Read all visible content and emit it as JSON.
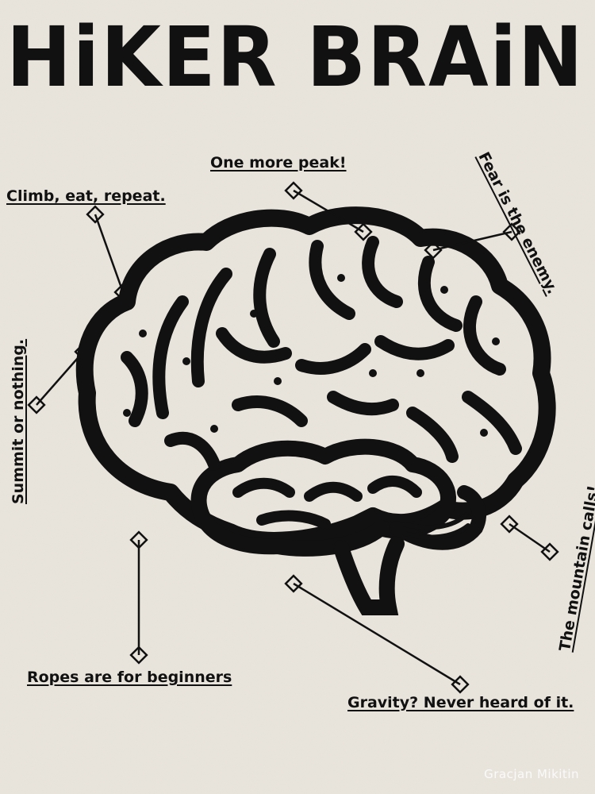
{
  "title": "HiKER BRAiN",
  "labels": {
    "climb": "Climb, eat, repeat.",
    "peak": "One more peak!",
    "fear": "Fear is the enemy.",
    "summit": "Summit or nothing.",
    "mountain": "The mountain calls!",
    "ropes": "Ropes are for beginners",
    "gravity": "Gravity? Never heard of it."
  },
  "credit": "Gracjan Mikitin",
  "colors": {
    "background": "#e6e2d9",
    "ink": "#111111"
  }
}
